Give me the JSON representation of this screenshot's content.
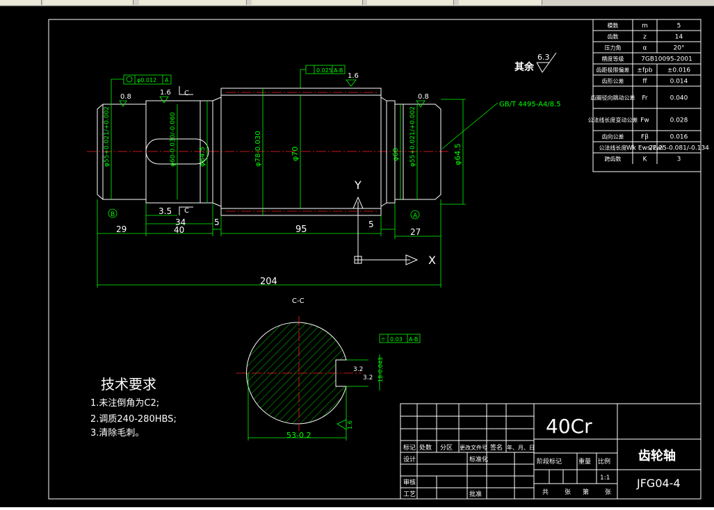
{
  "window": {
    "tabs": [
      "",
      "",
      "",
      "",
      "",
      ""
    ]
  },
  "drawing": {
    "surface_finish_note": "其余",
    "surface_finish_value": "6.3",
    "roughness_marks": [
      "0.8",
      "1.6",
      "1.6",
      "0.8"
    ],
    "gtol_top": "0.025",
    "gtol_top_ref": "A-B",
    "gtol_left": "φ0.012",
    "gtol_left_ref": "A",
    "std_ref": "GB/T 4495-A4/8.5",
    "datum_b": "B",
    "datum_a": "A",
    "section_label": "C",
    "section_label_2": "C",
    "dims_vertical": [
      "φ55+0.021/+0.002",
      "φ60-0.030/-0.060",
      "φ64.5",
      "φ78-0.030",
      "φ70",
      "φ60",
      "φ55+0.021/+0.002",
      "φ64.5"
    ],
    "dims_horizontal": [
      "3.5",
      "34",
      "29",
      "40",
      "5",
      "95",
      "5",
      "27",
      "204"
    ],
    "axis_x": "X",
    "axis_y": "Y",
    "section_title": "C-C",
    "section_gtol": "0.03",
    "section_gtol_ref": "A-B",
    "section_dims": [
      "3.2",
      "3.2",
      "18-0.043",
      "53-0.2"
    ],
    "section_rough": "1.6",
    "tech_title": "技术要求",
    "tech_notes": [
      "1.未注倒角为C2;",
      "2.调质240-280HBS;",
      "3.清除毛刺。"
    ]
  },
  "param_table": [
    [
      "模数",
      "m",
      "5"
    ],
    [
      "齿数",
      "z",
      "14"
    ],
    [
      "压力角",
      "α",
      "20°"
    ],
    [
      "精度等级",
      "",
      "7GB10095-2001"
    ],
    [
      "齿距极限偏差",
      "±fpb",
      "±0.016"
    ],
    [
      "齿形公差",
      "ff",
      "0.014"
    ],
    [
      "齿圈径向跳动公差",
      "Fr",
      "0.040"
    ],
    [
      "公法线长度变动公差",
      "Fw",
      "0.028"
    ],
    [
      "齿向公差",
      "Fβ",
      "0.016"
    ],
    [
      "公法线长度",
      "Wk Ews/Ewi",
      "22.25-0.081/-0.134"
    ],
    [
      "跨齿数",
      "K",
      "3"
    ]
  ],
  "title_block": {
    "material": "40Cr",
    "part_name": "齿轮轴",
    "drawing_no": "JFG04-4",
    "scale": "1:1",
    "headers": [
      "标记",
      "处数",
      "分区",
      "更改文件号",
      "签名",
      "年、月、日"
    ],
    "row_design": "设计",
    "row_standard": "标准化",
    "row_review": "审核",
    "row_process": "工艺",
    "row_approve": "批准",
    "stage_headers": [
      "阶段标记",
      "重量",
      "比例"
    ],
    "sheet_row": [
      "共",
      "张",
      "第",
      "张"
    ]
  }
}
